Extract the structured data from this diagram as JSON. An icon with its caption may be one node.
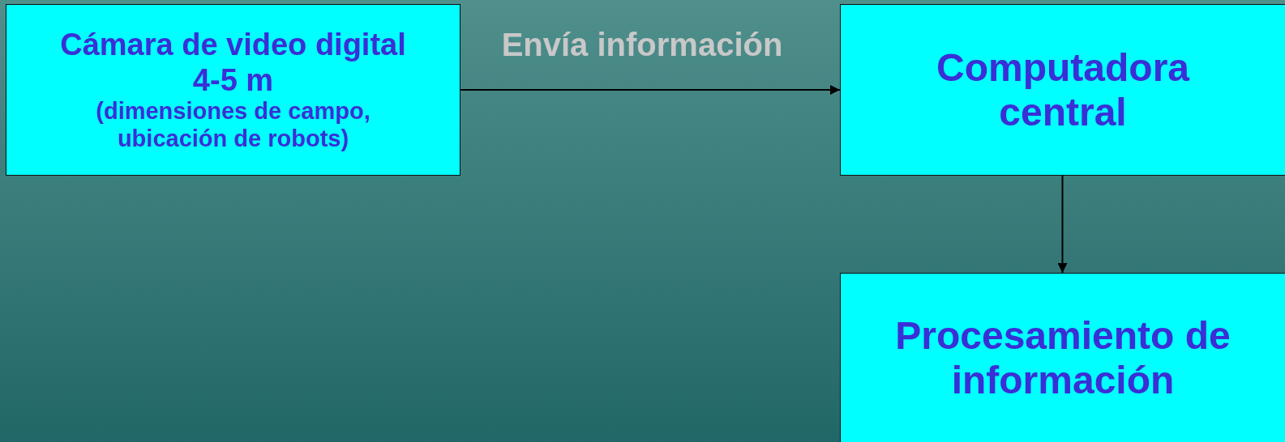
{
  "diagram": {
    "nodes": [
      {
        "text": [
          "Cámara de video digital",
          "4-5 m",
          "(dimensiones de campo, ubicación de robots)"
        ]
      },
      {
        "text": [
          "Computadora central"
        ]
      },
      {
        "text": [
          "Procesamiento de información"
        ]
      }
    ],
    "edges": [
      {
        "from": 0,
        "to": 1,
        "arrow": "to",
        "label": "Envía información"
      },
      {
        "from": 1,
        "to": 2,
        "arrow": "to"
      }
    ]
  }
}
